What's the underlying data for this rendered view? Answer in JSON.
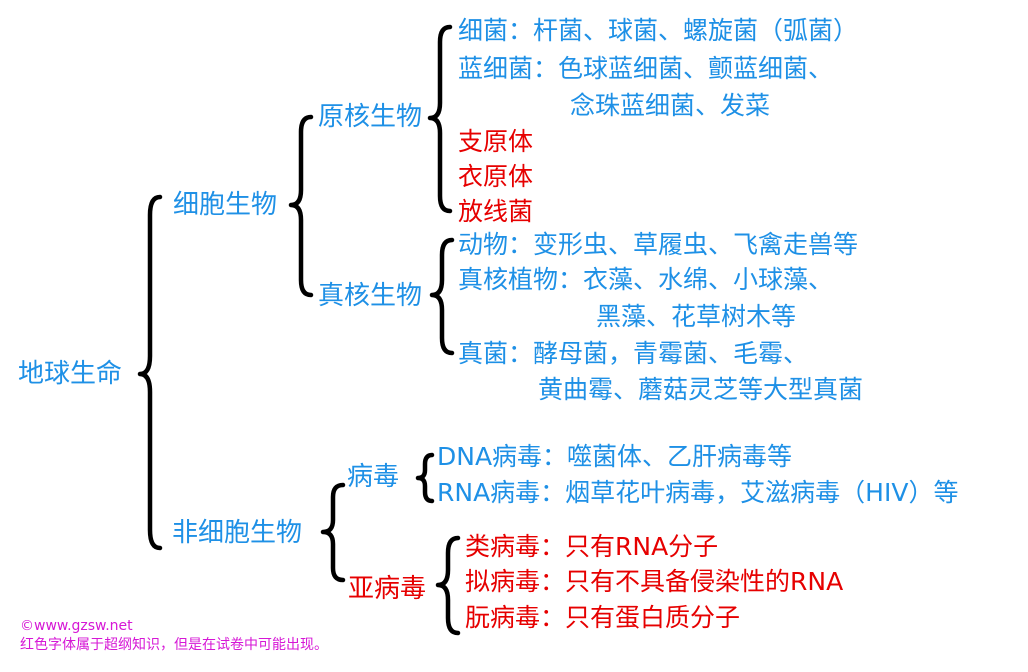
{
  "root": "地球生命",
  "cellular": {
    "label": "细胞生物",
    "prokaryote": {
      "label": "原核生物",
      "lines": [
        "细菌：杆菌、球菌、螺旋菌（弧菌）",
        "蓝细菌：色球蓝细菌、颤蓝细菌、",
        "念珠蓝细菌、发菜"
      ],
      "red_items": [
        "支原体",
        "衣原体",
        "放线菌"
      ]
    },
    "eukaryote": {
      "label": "真核生物",
      "lines": [
        "动物：变形虫、草履虫、飞禽走兽等",
        "真核植物：衣藻、水绵、小球藻、",
        "黑藻、花草树木等",
        "真菌：酵母菌，青霉菌、毛霉、",
        "黄曲霉、蘑菇灵芝等大型真菌"
      ]
    }
  },
  "noncellular": {
    "label": "非细胞生物",
    "virus": {
      "label": "病毒",
      "lines": [
        "DNA病毒：噬菌体、乙肝病毒等",
        "RNA病毒：烟草花叶病毒，艾滋病毒（HIV）等"
      ]
    },
    "subvirus": {
      "label": "亚病毒",
      "lines": [
        "类病毒：只有RNA分子",
        "拟病毒：只有不具备侵染性的RNA",
        "朊病毒：只有蛋白质分子"
      ]
    }
  },
  "footer": {
    "site": "©www.gzsw.net",
    "note": "红色字体属于超纲知识，但是在试卷中可能出现。"
  },
  "colors": {
    "blue": "#1E90E6",
    "red": "#E60000",
    "magenta": "#D617D6",
    "bracket": "#000000"
  }
}
